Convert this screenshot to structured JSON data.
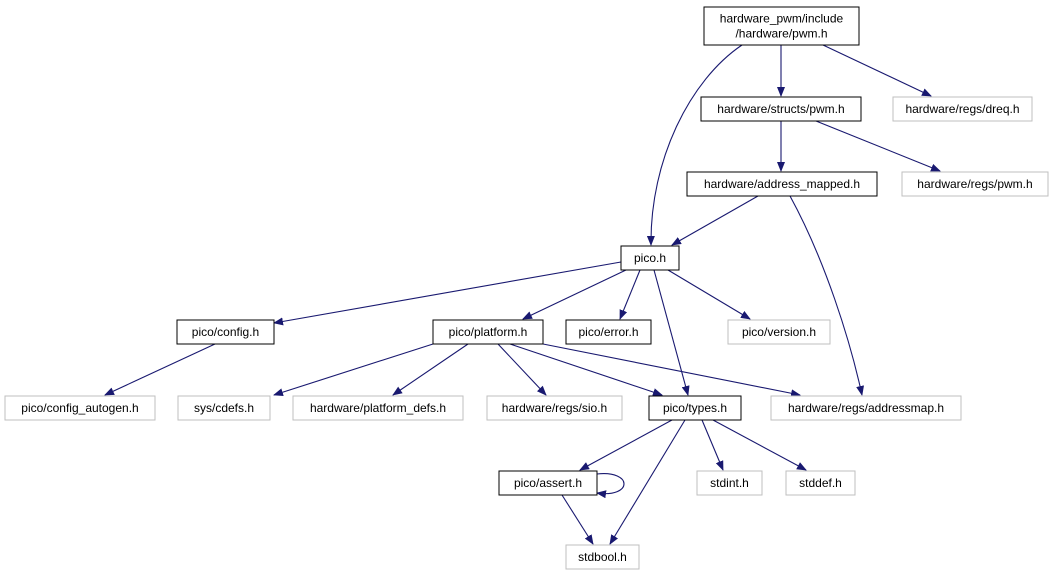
{
  "graph": {
    "colors": {
      "edge": "#191970",
      "local_border": "#000000",
      "external_border": "#bfbfbf",
      "root_fill": "#bfbfbf"
    },
    "nodes": [
      {
        "id": "root",
        "lines": [
          "hardware_pwm/include",
          "/hardware/pwm.h"
        ],
        "kind": "root"
      },
      {
        "id": "structs_pwm",
        "lines": [
          "hardware/structs/pwm.h"
        ],
        "kind": "local"
      },
      {
        "id": "regs_dreq",
        "lines": [
          "hardware/regs/dreq.h"
        ],
        "kind": "external"
      },
      {
        "id": "address_mapped",
        "lines": [
          "hardware/address_mapped.h"
        ],
        "kind": "local"
      },
      {
        "id": "regs_pwm",
        "lines": [
          "hardware/regs/pwm.h"
        ],
        "kind": "external"
      },
      {
        "id": "pico",
        "lines": [
          "pico.h"
        ],
        "kind": "local"
      },
      {
        "id": "config",
        "lines": [
          "pico/config.h"
        ],
        "kind": "local"
      },
      {
        "id": "platform",
        "lines": [
          "pico/platform.h"
        ],
        "kind": "local"
      },
      {
        "id": "error",
        "lines": [
          "pico/error.h"
        ],
        "kind": "local"
      },
      {
        "id": "version",
        "lines": [
          "pico/version.h"
        ],
        "kind": "external"
      },
      {
        "id": "config_autogen",
        "lines": [
          "pico/config_autogen.h"
        ],
        "kind": "external"
      },
      {
        "id": "cdefs",
        "lines": [
          "sys/cdefs.h"
        ],
        "kind": "external"
      },
      {
        "id": "platform_defs",
        "lines": [
          "hardware/platform_defs.h"
        ],
        "kind": "external"
      },
      {
        "id": "regs_sio",
        "lines": [
          "hardware/regs/sio.h"
        ],
        "kind": "external"
      },
      {
        "id": "types",
        "lines": [
          "pico/types.h"
        ],
        "kind": "local"
      },
      {
        "id": "addressmap",
        "lines": [
          "hardware/regs/addressmap.h"
        ],
        "kind": "external"
      },
      {
        "id": "assert",
        "lines": [
          "pico/assert.h"
        ],
        "kind": "local"
      },
      {
        "id": "stdint",
        "lines": [
          "stdint.h"
        ],
        "kind": "external"
      },
      {
        "id": "stddef",
        "lines": [
          "stddef.h"
        ],
        "kind": "external"
      },
      {
        "id": "stdbool",
        "lines": [
          "stdbool.h"
        ],
        "kind": "external"
      }
    ],
    "edges": [
      {
        "from": "root",
        "to": "structs_pwm"
      },
      {
        "from": "root",
        "to": "regs_dreq"
      },
      {
        "from": "root",
        "to": "pico"
      },
      {
        "from": "structs_pwm",
        "to": "address_mapped"
      },
      {
        "from": "structs_pwm",
        "to": "regs_pwm"
      },
      {
        "from": "address_mapped",
        "to": "pico"
      },
      {
        "from": "address_mapped",
        "to": "addressmap"
      },
      {
        "from": "pico",
        "to": "config"
      },
      {
        "from": "pico",
        "to": "platform"
      },
      {
        "from": "pico",
        "to": "error"
      },
      {
        "from": "pico",
        "to": "version"
      },
      {
        "from": "pico",
        "to": "types"
      },
      {
        "from": "config",
        "to": "config_autogen"
      },
      {
        "from": "platform",
        "to": "cdefs"
      },
      {
        "from": "platform",
        "to": "platform_defs"
      },
      {
        "from": "platform",
        "to": "regs_sio"
      },
      {
        "from": "platform",
        "to": "types"
      },
      {
        "from": "platform",
        "to": "addressmap"
      },
      {
        "from": "types",
        "to": "assert"
      },
      {
        "from": "types",
        "to": "stdint"
      },
      {
        "from": "types",
        "to": "stddef"
      },
      {
        "from": "types",
        "to": "stdbool"
      },
      {
        "from": "assert",
        "to": "stdbool"
      },
      {
        "from": "assert",
        "to": "assert"
      }
    ]
  }
}
